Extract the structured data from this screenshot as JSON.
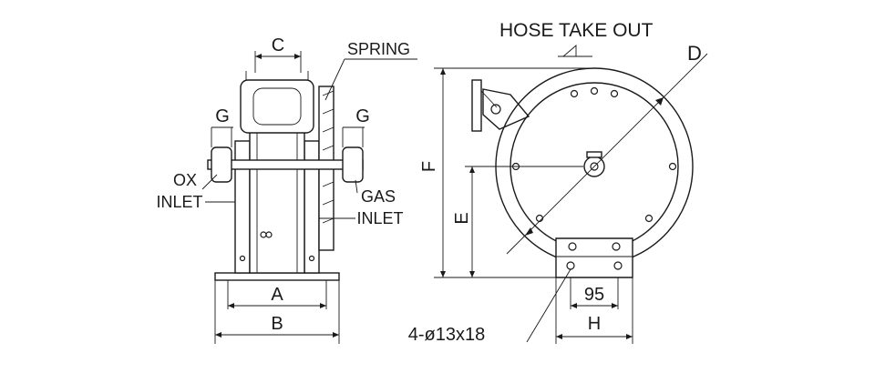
{
  "labels": {
    "hose_take_out": "HOSE TAKE OUT",
    "spring": "SPRING",
    "dim_c": "C",
    "dim_g_left": "G",
    "dim_g_right": "G",
    "ox_inlet_line1": "OX",
    "ox_inlet_line2": "INLET",
    "gas_inlet_line1": "GAS",
    "gas_inlet_line2": "INLET",
    "dim_a": "A",
    "dim_b": "B",
    "dim_f": "F",
    "dim_e": "E",
    "dim_d": "D",
    "dim_95": "95",
    "dim_h": "H",
    "mount_holes": "4-ø13x18"
  }
}
